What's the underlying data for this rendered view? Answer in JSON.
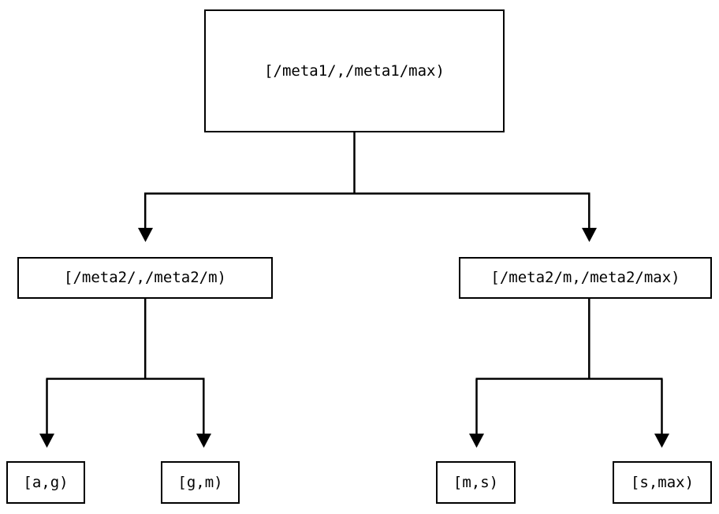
{
  "diagram": {
    "type": "tree",
    "title": "",
    "background_color": "#ffffff",
    "stroke_color": "#000000",
    "text_color": "#000000",
    "nodes": {
      "root": {
        "label": "[/meta1/,/meta1/max)"
      },
      "mid_left": {
        "label": "[/meta2/,/meta2/m)"
      },
      "mid_right": {
        "label": "[/meta2/m,/meta2/max)"
      },
      "leaf_1": {
        "label": "[a,g)"
      },
      "leaf_2": {
        "label": "[g,m)"
      },
      "leaf_3": {
        "label": "[m,s)"
      },
      "leaf_4": {
        "label": "[s,max)"
      }
    },
    "edges": [
      {
        "from": "root",
        "to": "mid_left",
        "arrow": "down"
      },
      {
        "from": "root",
        "to": "mid_right",
        "arrow": "down"
      },
      {
        "from": "mid_left",
        "to": "leaf_1",
        "arrow": "down"
      },
      {
        "from": "mid_left",
        "to": "leaf_2",
        "arrow": "down"
      },
      {
        "from": "mid_right",
        "to": "leaf_3",
        "arrow": "down"
      },
      {
        "from": "mid_right",
        "to": "leaf_4",
        "arrow": "down"
      }
    ]
  }
}
